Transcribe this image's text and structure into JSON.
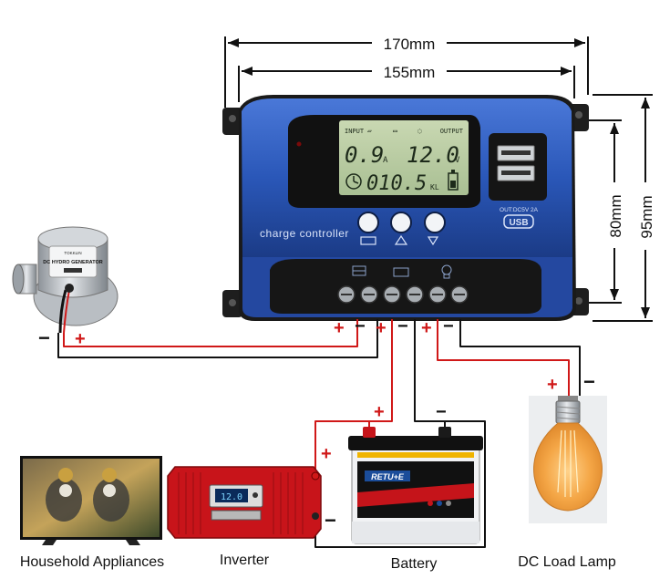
{
  "dimensions": {
    "width_outer": "170mm",
    "width_inner": "155mm",
    "height_inner": "80mm",
    "height_outer": "95mm"
  },
  "controller": {
    "brand_label": "charge controller",
    "lcd": {
      "input_label": "INPUT",
      "output_label": "OUTPUT",
      "current_value": "0.9",
      "current_unit": "A",
      "voltage_value": "12.0",
      "voltage_unit": "V",
      "energy_value": "010.5",
      "energy_unit": "KL"
    },
    "usb_rating": "OUT:DC5V 2A",
    "usb_label": "USB"
  },
  "generator": {
    "brand": "TOKKLIN",
    "label": "DC HYDRO GENERATOR"
  },
  "polarity": {
    "plus": "+",
    "minus": "−"
  },
  "captions": {
    "household": "Household Appliances",
    "inverter": "Inverter",
    "battery": "Battery",
    "lamp": "DC Load Lamp"
  },
  "battery": {
    "badge": "RETU+E"
  },
  "inverter": {
    "display": "12.0"
  },
  "colors": {
    "controller_blue": "#2a57b8",
    "wire_red": "#d01818",
    "wire_black": "#111111",
    "inverter_red": "#c8141a"
  }
}
